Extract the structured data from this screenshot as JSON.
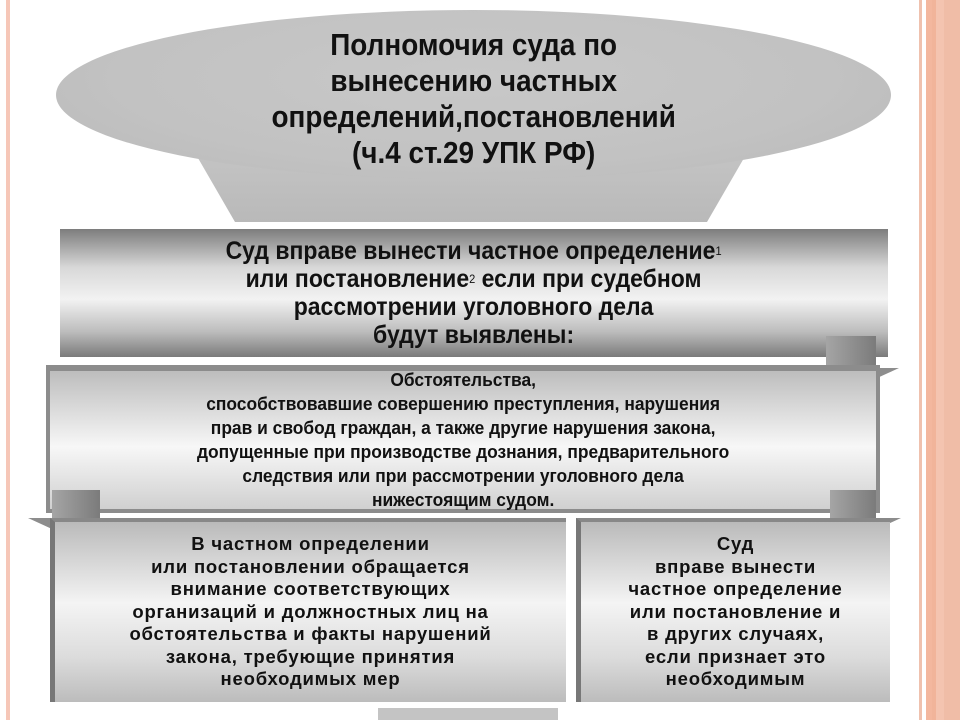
{
  "header": {
    "title_lines": [
      "Полномочия суда по",
      "вынесению частных",
      "определений,постановлений",
      "(ч.4 ст.29 УПК РФ)"
    ]
  },
  "block1": {
    "line1": "Суд вправе вынести частное определение",
    "sup1": "1",
    "line2a": "или постановление",
    "sup2": "2",
    "line2b": " если при судебном",
    "line3": "рассмотрении уголовного дела",
    "line4": "будут выявлены:"
  },
  "block2": {
    "lines": [
      "Обстоятельства,",
      "способствовавшие совершению преступления, нарушения",
      "прав и свобод граждан, а также другие нарушения закона,",
      "допущенные при производстве дознания, предварительного",
      "следствия или при рассмотрении уголовного дела",
      "нижестоящим судом."
    ]
  },
  "block3": {
    "lines": [
      "В частном определении",
      "или постановлении обращается",
      "внимание соответствующих",
      "организаций и должностных лиц на",
      "обстоятельства и факты нарушений",
      "закона, требующие принятия",
      "необходимых мер"
    ]
  },
  "block4": {
    "lines": [
      "Суд",
      "вправе вынести",
      "частное определение",
      "или постановление и",
      "в других случаях,",
      "если признает это",
      "необходимым"
    ]
  },
  "colors": {
    "accent_stripe": "#f3b79e",
    "shape_gray": "#c2c2c2",
    "arrow_gray": "#8a8a8a"
  }
}
